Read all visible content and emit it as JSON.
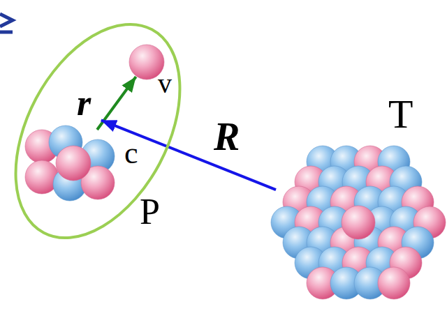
{
  "diagram": {
    "nodes": [
      {
        "text": [
          "P"
        ]
      },
      {
        "text": [
          "c"
        ],
        "in": 0
      },
      {
        "text": [
          "v"
        ],
        "in": 0
      },
      {
        "text": [
          "T"
        ]
      }
    ],
    "edges": [
      {
        "from": 1,
        "to": 2,
        "arrow": "to",
        "label": "r"
      },
      {
        "from": 3,
        "to": 1,
        "arrow": "to",
        "label": "R"
      }
    ]
  }
}
